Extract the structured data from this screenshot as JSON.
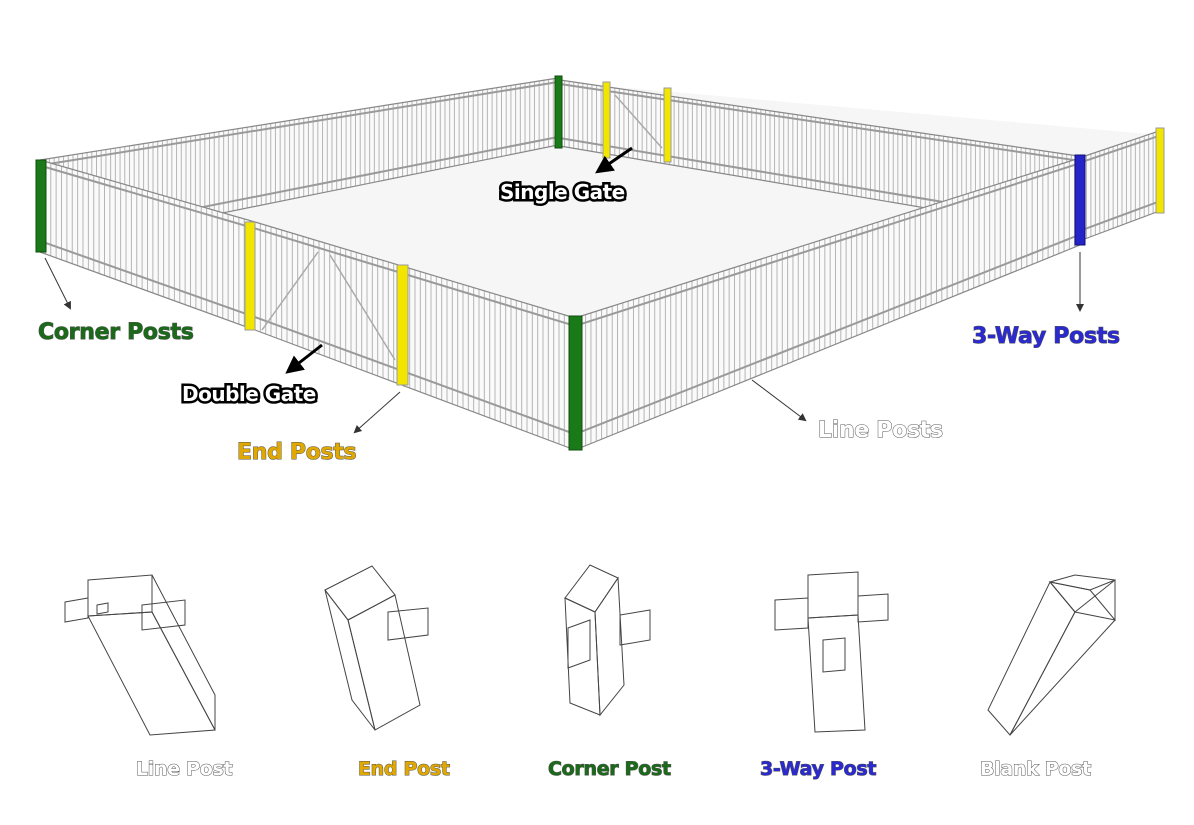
{
  "colors": {
    "corner": "#1a7a1a",
    "end": "#f2e600",
    "three_way": "#2424c8",
    "line": "#ffffff",
    "end_text": "#e0a800",
    "corner_text": "#1a6a1a",
    "three_way_text": "#2a2ad0"
  },
  "diagram_labels": {
    "single_gate": "Single Gate",
    "double_gate": "Double Gate",
    "corner_posts": "Corner Posts",
    "end_posts": "End Posts",
    "three_way_posts": "3-Way Posts",
    "line_posts": "Line Posts"
  },
  "post_types": [
    {
      "label": "Line Post"
    },
    {
      "label": "End Post"
    },
    {
      "label": "Corner Post"
    },
    {
      "label": "3-Way Post"
    },
    {
      "label": "Blank Post"
    }
  ]
}
